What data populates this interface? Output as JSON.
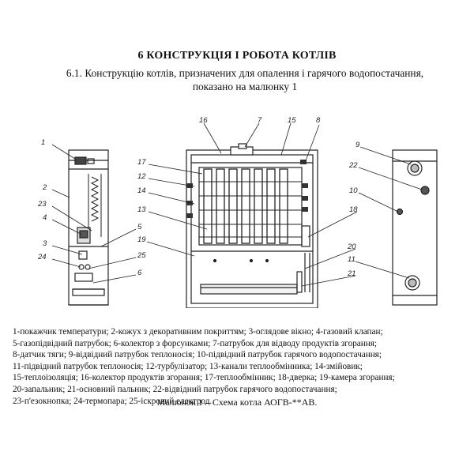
{
  "heading": "6 КОНСТРУКЦІЯ І РОБОТА КОТЛІВ",
  "intro_line1": "6.1. Конструкцію котлів, призначених для опалення і гарячого водопостачання,",
  "intro_line2": "показано на малюнку 1",
  "legend": [
    "1-покажчик температури; 2-кожух з декоративним покриттям; 3-оглядове вікно; 4-газовий клапан;",
    "5-газопідвідний патрубок; 6-колектор з форсунками; 7-патрубок для відводу продуктів згорання;",
    "8-датчик тяги; 9-відвідний патрубок теплоносія; 10-підвідний патрубок гарячого водопостачання;",
    "11-підвідний патрубок теплоносія; 12-турбулізатор; 13-канали теплообмінника; 14-змійовик;",
    "15-теплоізоляція; 16-колектор продуктів згорання; 17-теплообмінник; 18-дверка; 19-камера згорання;",
    "20-запальник; 21-основний пальник; 22-відвідний патрубок гарячого водопостачання;",
    "23-п'езокнопка; 24-термопара; 25-іскровий електрод."
  ],
  "caption": "Малюнок 1 – Схема котла АОГВ-**АВ.",
  "callouts": [
    "1",
    "2",
    "23",
    "4",
    "3",
    "24",
    "25",
    "5",
    "19",
    "6",
    "17",
    "12",
    "14",
    "13",
    "16",
    "7",
    "15",
    "8",
    "9",
    "22",
    "10",
    "18",
    "20",
    "11",
    "21"
  ]
}
